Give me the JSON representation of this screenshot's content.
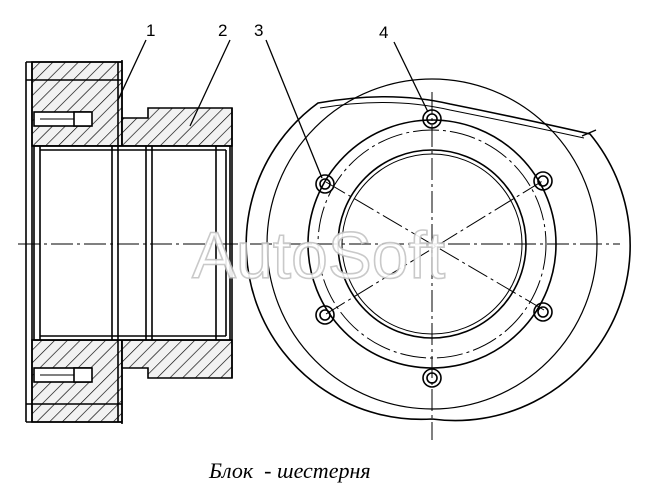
{
  "callouts": [
    "1",
    "2",
    "3",
    "4"
  ],
  "caption": "Блок  - шестерня",
  "watermark": "AutoSoft",
  "colors": {
    "ink": "#000000",
    "hatch_fill": "#f2f2f2",
    "watermark_outline": "#c4c4c4"
  }
}
